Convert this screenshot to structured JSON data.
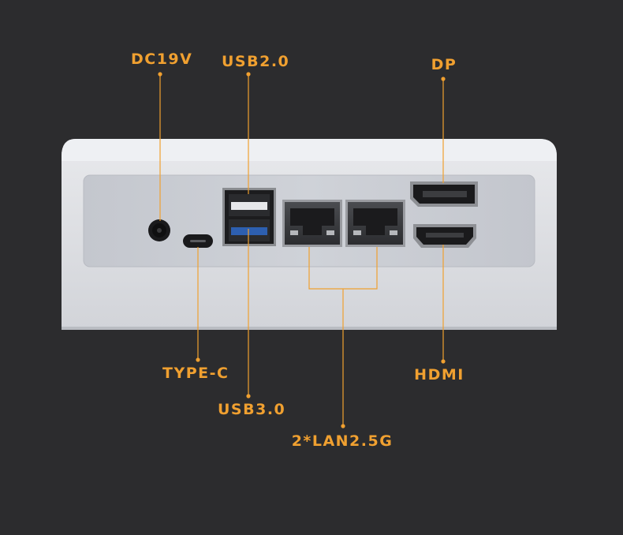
{
  "labels": {
    "dc": "DC19V",
    "usb2": "USB2.0",
    "dp": "DP",
    "typec": "TYPE-C",
    "hdmi": "HDMI",
    "usb3": "USB3.0",
    "lan": "2*LAN2.5G"
  },
  "colors": {
    "background": "#2c2c2e",
    "accent": "#f0a030",
    "chassis": "#d9dbe0",
    "panel": "#c9ccd3",
    "port_black": "#1a1a1c",
    "usb3_blue": "#2d5fb0"
  }
}
